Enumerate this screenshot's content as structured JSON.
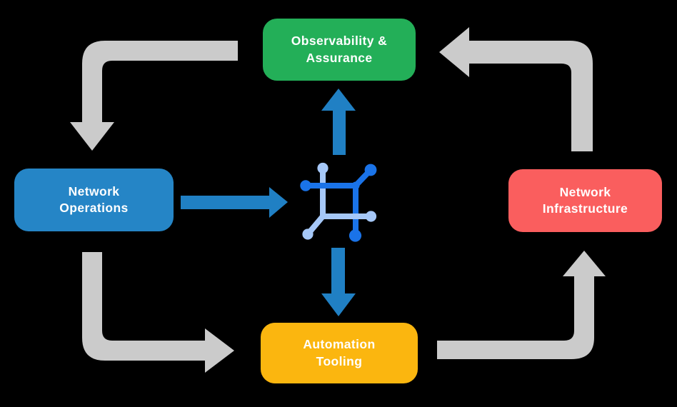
{
  "diagram": {
    "background_color": "#000000",
    "colors": {
      "arrow_gray": "#CBCBCB",
      "arrow_blue": "#2080C4",
      "icon_dark_blue": "#1A73E8",
      "icon_light_blue": "#A6C8F8",
      "label_text": "#FFFFFF"
    },
    "nodes": {
      "observability": {
        "line1": "Observability &",
        "line2": "Assurance",
        "color": "#23AF58"
      },
      "operations": {
        "line1": "Network",
        "line2": "Operations",
        "color": "#2585C6"
      },
      "infrastructure": {
        "line1": "Network",
        "line2": "Infrastructure",
        "color": "#FA5E5E"
      },
      "tooling": {
        "line1": "Automation",
        "line2": "Tooling",
        "color": "#FBB60F"
      }
    },
    "center_icon": {
      "name": "network-mesh-icon"
    },
    "edges": [
      {
        "from": "observability",
        "to": "operations",
        "style": "gray"
      },
      {
        "from": "operations",
        "to": "center-icon",
        "style": "blue"
      },
      {
        "from": "center-icon",
        "to": "observability",
        "style": "blue"
      },
      {
        "from": "center-icon",
        "to": "tooling",
        "style": "blue"
      },
      {
        "from": "operations",
        "to": "tooling",
        "style": "gray"
      },
      {
        "from": "tooling",
        "to": "infrastructure",
        "style": "gray"
      },
      {
        "from": "infrastructure",
        "to": "observability",
        "style": "gray"
      }
    ]
  }
}
